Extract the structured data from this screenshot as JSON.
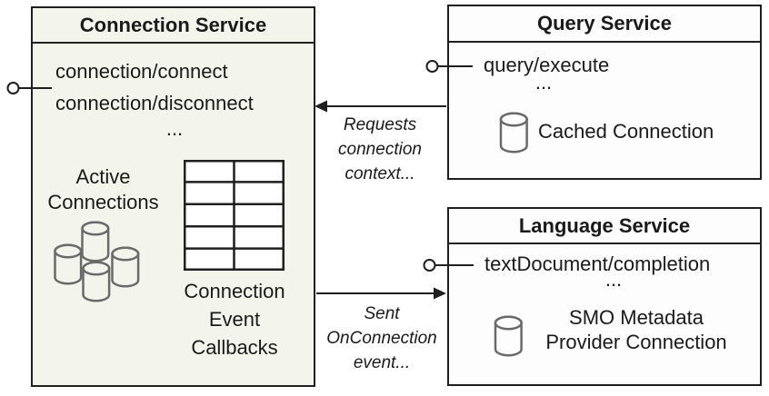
{
  "colors": {
    "connection_box_fill": "#f3f5ec",
    "service_box_fill": "#fdfdfd",
    "border": "#1f1f1f",
    "cylinder_stroke": "#6a6a6a",
    "text": "#1a1a1a"
  },
  "connection_service": {
    "title": "Connection Service",
    "methods": [
      "connection/connect",
      "connection/disconnect",
      "..."
    ],
    "active_connections": {
      "lines": [
        "Active",
        "Connections"
      ]
    },
    "callbacks": {
      "lines": [
        "Connection",
        "Event",
        "Callbacks"
      ]
    }
  },
  "query_service": {
    "title": "Query Service",
    "methods": [
      "query/execute",
      "..."
    ],
    "cached_connection_label": "Cached Connection"
  },
  "language_service": {
    "title": "Language Service",
    "methods": [
      "textDocument/completion",
      "..."
    ],
    "metadata_connection": {
      "lines": [
        "SMO Metadata",
        "Provider Connection"
      ]
    }
  },
  "annotations": {
    "requests": {
      "lines": [
        "Requests",
        "connection",
        "context..."
      ]
    },
    "sent": {
      "lines": [
        "Sent",
        "OnConnection",
        "event..."
      ]
    }
  }
}
